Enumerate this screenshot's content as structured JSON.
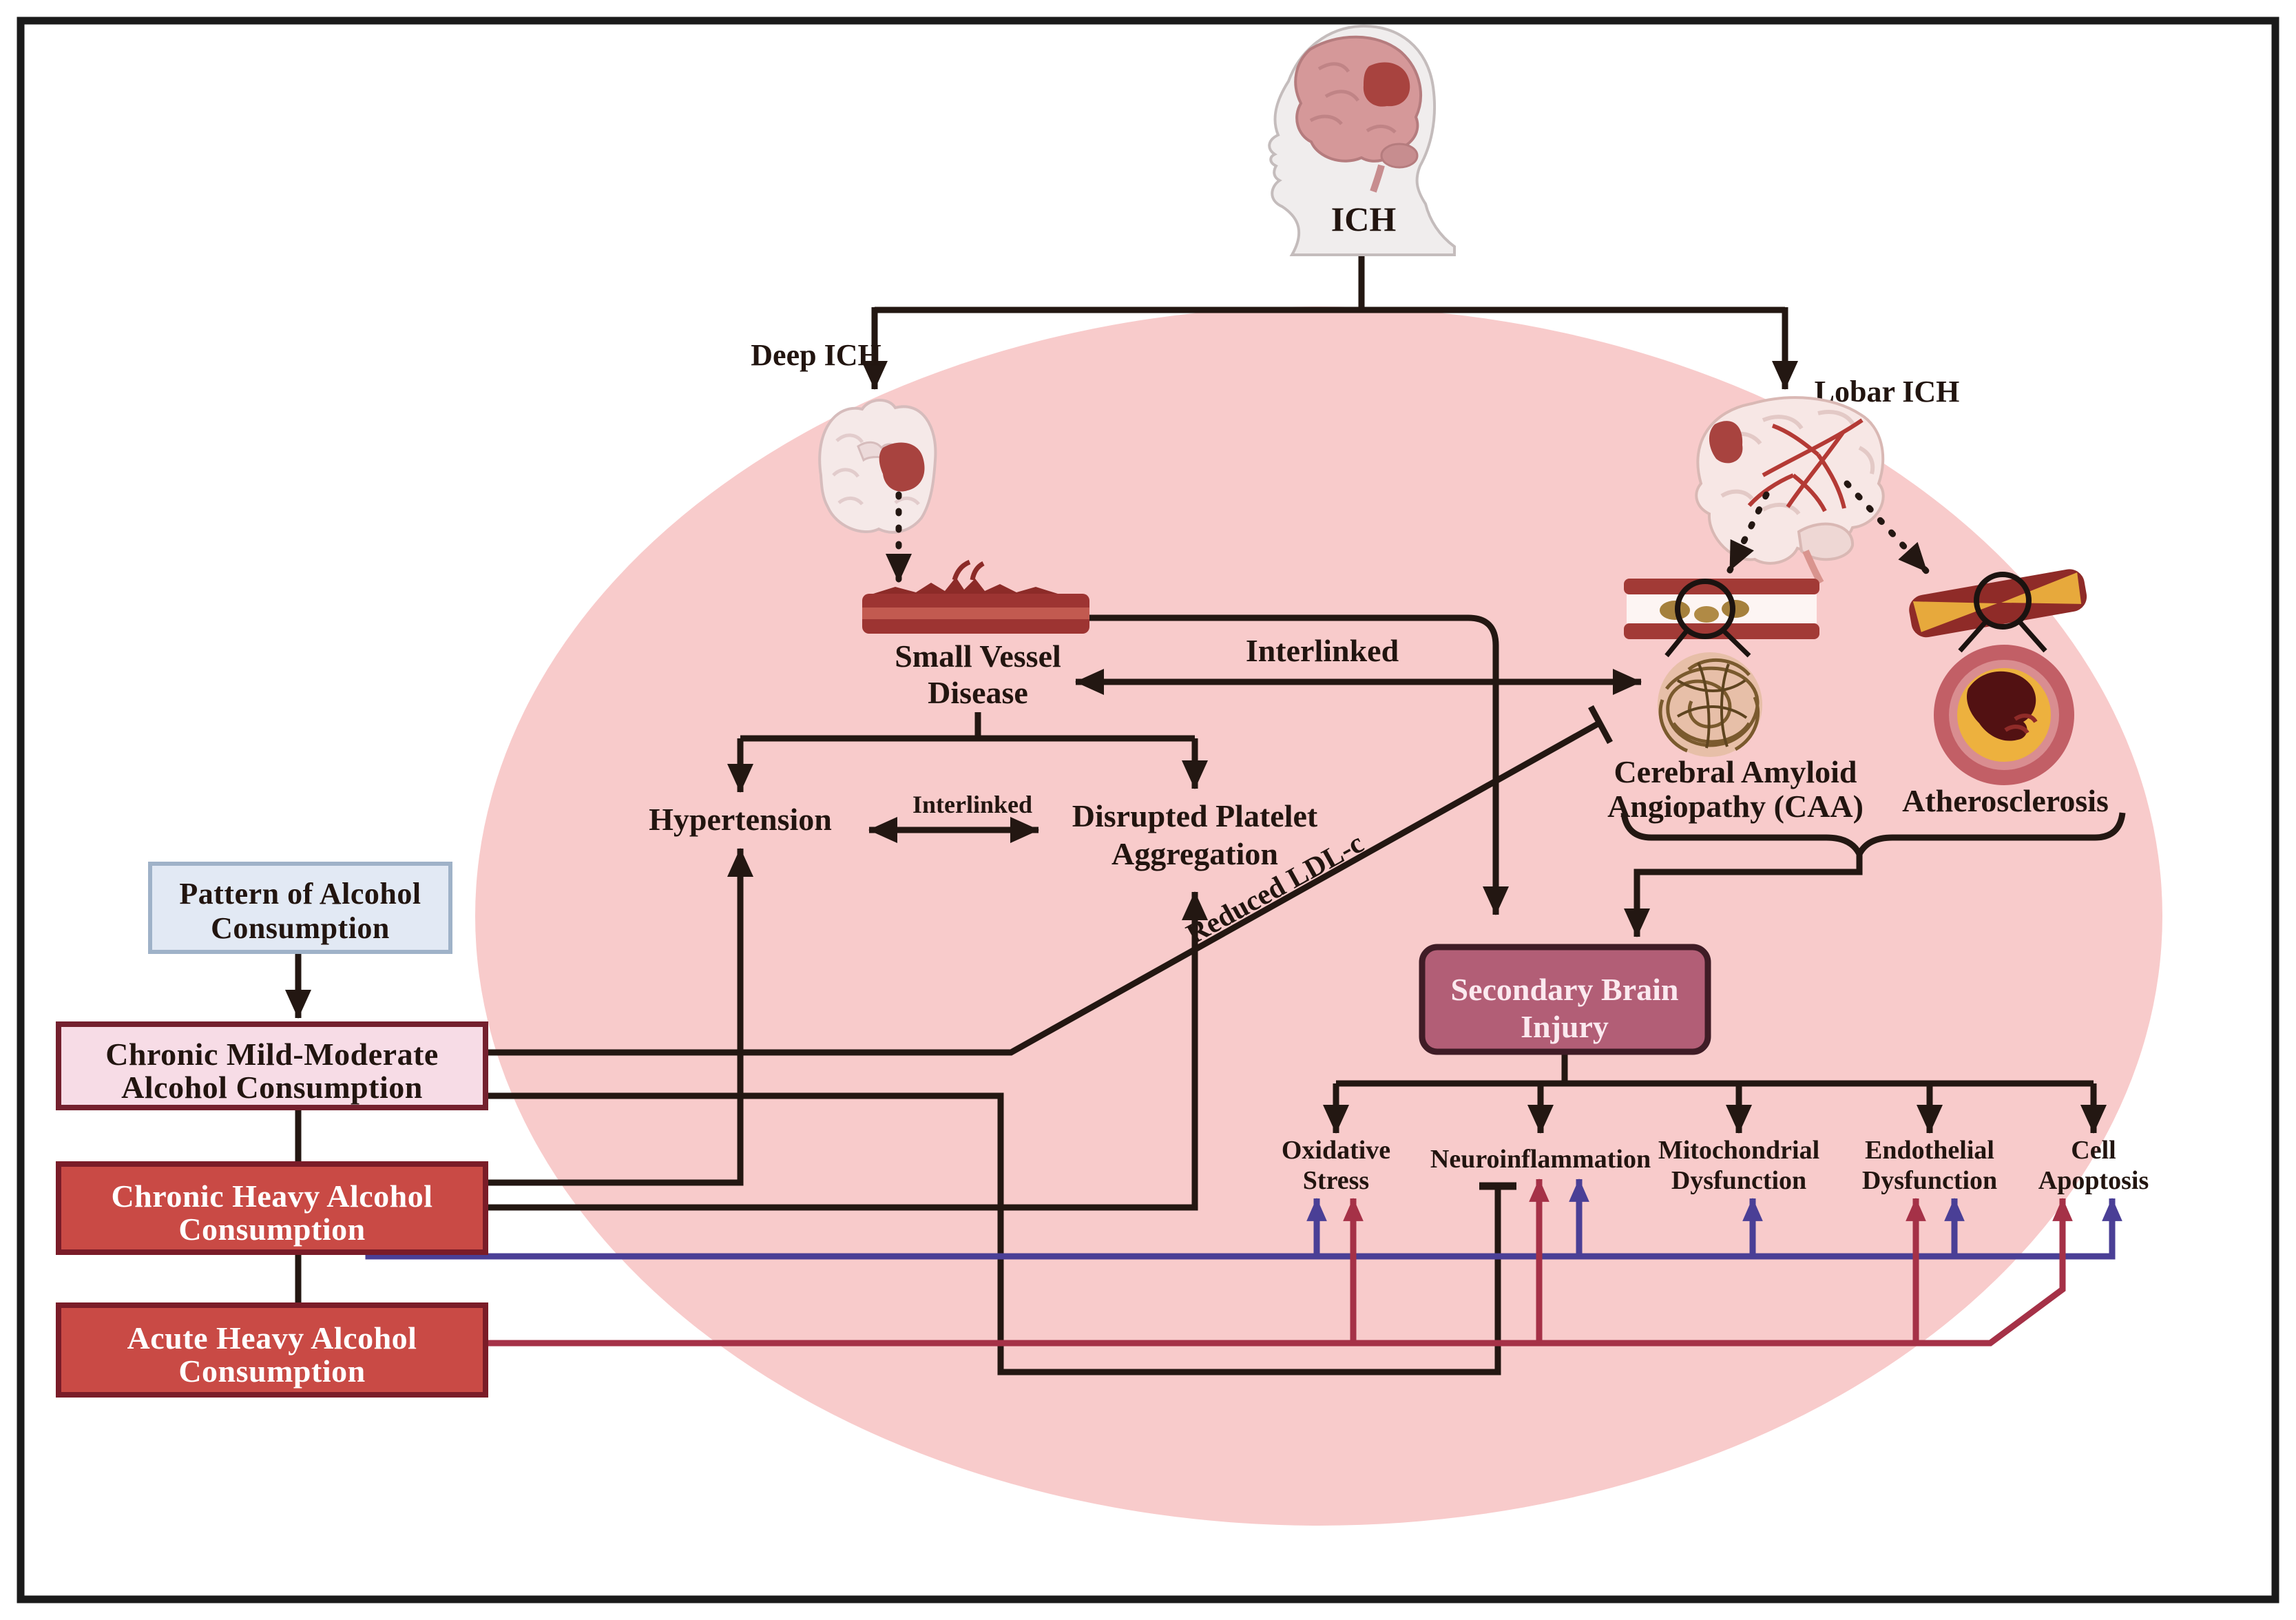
{
  "title_labels": {
    "ich": "ICH",
    "deep_ich": "Deep ICH",
    "lobar_ich": "Lobar ICH"
  },
  "nodes": {
    "svd1": "Small Vessel",
    "svd2": "Disease",
    "interlinked_big": "Interlinked",
    "hypertension": "Hypertension",
    "interlinked_small": "Interlinked",
    "dpa1": "Disrupted Platelet",
    "dpa2": "Aggregation",
    "reduced_ldl": "Reduced LDL-c",
    "caa1": "Cerebral Amyloid",
    "caa2": "Angiopathy (CAA)",
    "athero": "Atherosclerosis",
    "sbi1": "Secondary Brain",
    "sbi2": "Injury"
  },
  "alcohol_boxes": {
    "pattern1": "Pattern of Alcohol",
    "pattern2": "Consumption",
    "cmm1": "Chronic Mild-Moderate",
    "cmm2": "Alcohol Consumption",
    "cha1": "Chronic Heavy Alcohol",
    "cha2": "Consumption",
    "aha1": "Acute Heavy Alcohol",
    "aha2": "Consumption"
  },
  "outcomes": {
    "ox1": "Oxidative",
    "ox2": "Stress",
    "neuro": "Neuroinflammation",
    "mito1": "Mitochondrial",
    "mito2": "Dysfunction",
    "endo1": "Endothelial",
    "endo2": "Dysfunction",
    "cell1": "Cell",
    "cell2": "Apoptosis"
  },
  "colors": {
    "ellipse": "#f8cbcb",
    "line": "#231712",
    "purple": "#4a3f96",
    "darkred": "#a53147",
    "box_red": "#c94a45",
    "box_red_border": "#7a1c28",
    "box_pink": "#f7dce6",
    "box_pink_border": "#74202e",
    "box_blue": "#e2e9f4",
    "box_blue_border": "#9fb2c8",
    "sbi_fill": "#b25e76",
    "sbi_border": "#3f1c26",
    "white_text": "#ffffff",
    "black_text": "#221510"
  }
}
